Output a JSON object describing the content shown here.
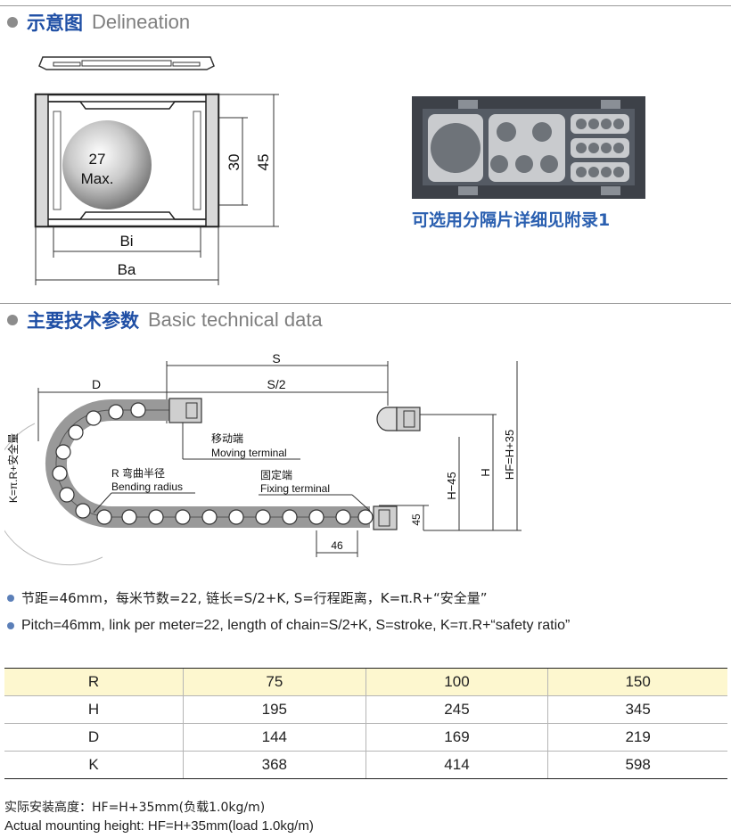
{
  "section1": {
    "title_cn": "示意图",
    "title_en": "Delineation"
  },
  "delineation": {
    "max_label_1": "27",
    "max_label_2": "Max.",
    "dim_30": "30",
    "dim_45": "45",
    "dim_bi": "Bi",
    "dim_ba": "Ba",
    "separator_note": "可选用分隔片详细见附录1"
  },
  "section2": {
    "title_cn": "主要技术参数",
    "title_en": "Basic technical data"
  },
  "chain_diagram": {
    "label_d": "D",
    "label_s": "S",
    "label_s2": "S/2",
    "moving_cn": "移动端",
    "moving_en": "Moving terminal",
    "radius_cn": "R 弯曲半径",
    "radius_en": "Bending radius",
    "fixing_cn": "固定端",
    "fixing_en": "Fixing terminal",
    "k_label": "K=π.R+安全量",
    "dim_h45": "H−45",
    "dim_h": "H",
    "dim_hf": "HF=H+35",
    "dim_45": "45",
    "dim_46": "46"
  },
  "notes": {
    "line1": "节距=46mm，每米节数=22, 链长=S/2+K, S=行程距离，K=π.R+“安全量”",
    "line2": "Pitch=46mm, link per meter=22, length of chain=S/2+K, S=stroke, K=π.R+“safety ratio”"
  },
  "table": {
    "rows": [
      {
        "label": "R",
        "values": [
          "75",
          "100",
          "150"
        ]
      },
      {
        "label": "H",
        "values": [
          "195",
          "245",
          "345"
        ]
      },
      {
        "label": "D",
        "values": [
          "144",
          "169",
          "219"
        ]
      },
      {
        "label": "K",
        "values": [
          "368",
          "414",
          "598"
        ]
      }
    ]
  },
  "footer": {
    "line1": "实际安装高度：HF=H+35mm(负载1.0kg/m)",
    "line2": "Actual mounting height: HF=H+35mm(load 1.0kg/m)"
  },
  "colors": {
    "heading_blue": "#1f4fa5",
    "table_header_bg": "#fdf7cf",
    "diagram_dark": "#3d4148"
  }
}
